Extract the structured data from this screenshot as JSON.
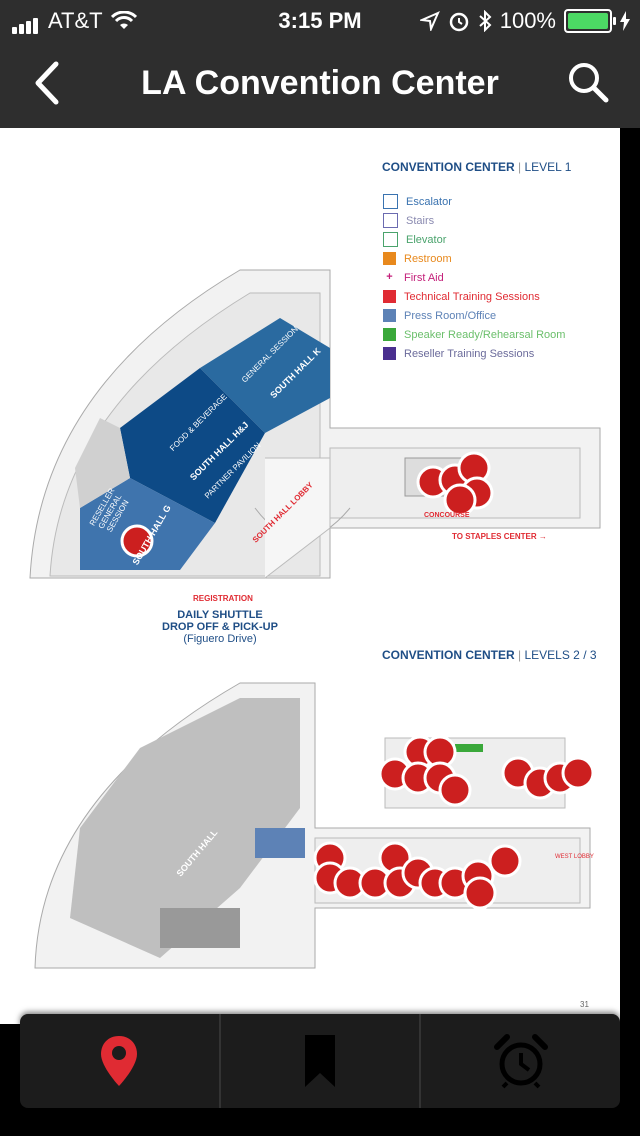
{
  "status_bar": {
    "carrier": "AT&T",
    "time": "3:15 PM",
    "battery": "100%"
  },
  "nav": {
    "title": "LA Convention Center"
  },
  "map": {
    "level1": {
      "title": "CONVENTION CENTER",
      "subtitle": "LEVEL 1"
    },
    "level23": {
      "title": "CONVENTION CENTER",
      "subtitle": "LEVELS 2 / 3"
    },
    "legend": [
      {
        "label": "Escalator",
        "color": "#3a73b0"
      },
      {
        "label": "Stairs",
        "color": "#6b6bb0"
      },
      {
        "label": "Elevator",
        "color": "#4aa36c"
      },
      {
        "label": "Restroom",
        "color": "#e8891d"
      },
      {
        "label": "First Aid",
        "color": "#c41f7a"
      },
      {
        "label": "Technical Training Sessions",
        "color": "#e02b33"
      },
      {
        "label": "Press Room/Office",
        "color": "#5d82b6"
      },
      {
        "label": "Speaker Ready/Rehearsal Room",
        "color": "#3aa83a"
      },
      {
        "label": "Reseller Training Sessions",
        "color": "#4a2f8f"
      }
    ],
    "labels": {
      "general_session": "GENERAL SESSION",
      "south_hall_k": "SOUTH HALL K",
      "food_beverage": "FOOD & BEVERAGE",
      "south_hall_hj": "SOUTH HALL H&J",
      "partner_pavilion": "PARTNER PAVILION",
      "reseller_general_session": "RESELLER GENERAL SESSION",
      "south_hall_g": "SOUTH HALL G",
      "south_hall_lobby": "SOUTH HALL LOBBY",
      "concourse": "CONCOURSE",
      "to_staples": "TO STAPLES CENTER",
      "registration": "REGISTRATION",
      "shuttle_line1": "DAILY SHUTTLE",
      "shuttle_line2": "DROP OFF & PICK-UP",
      "shuttle_line3": "(Figuero Drive)",
      "south_hall": "SOUTH HALL",
      "west_lobby": "WEST LOBBY",
      "page_number": "31"
    }
  },
  "tabs": [
    {
      "name": "map-pin-icon",
      "active": true
    },
    {
      "name": "bookmark-icon",
      "active": false
    },
    {
      "name": "alarm-clock-icon",
      "active": false
    }
  ]
}
